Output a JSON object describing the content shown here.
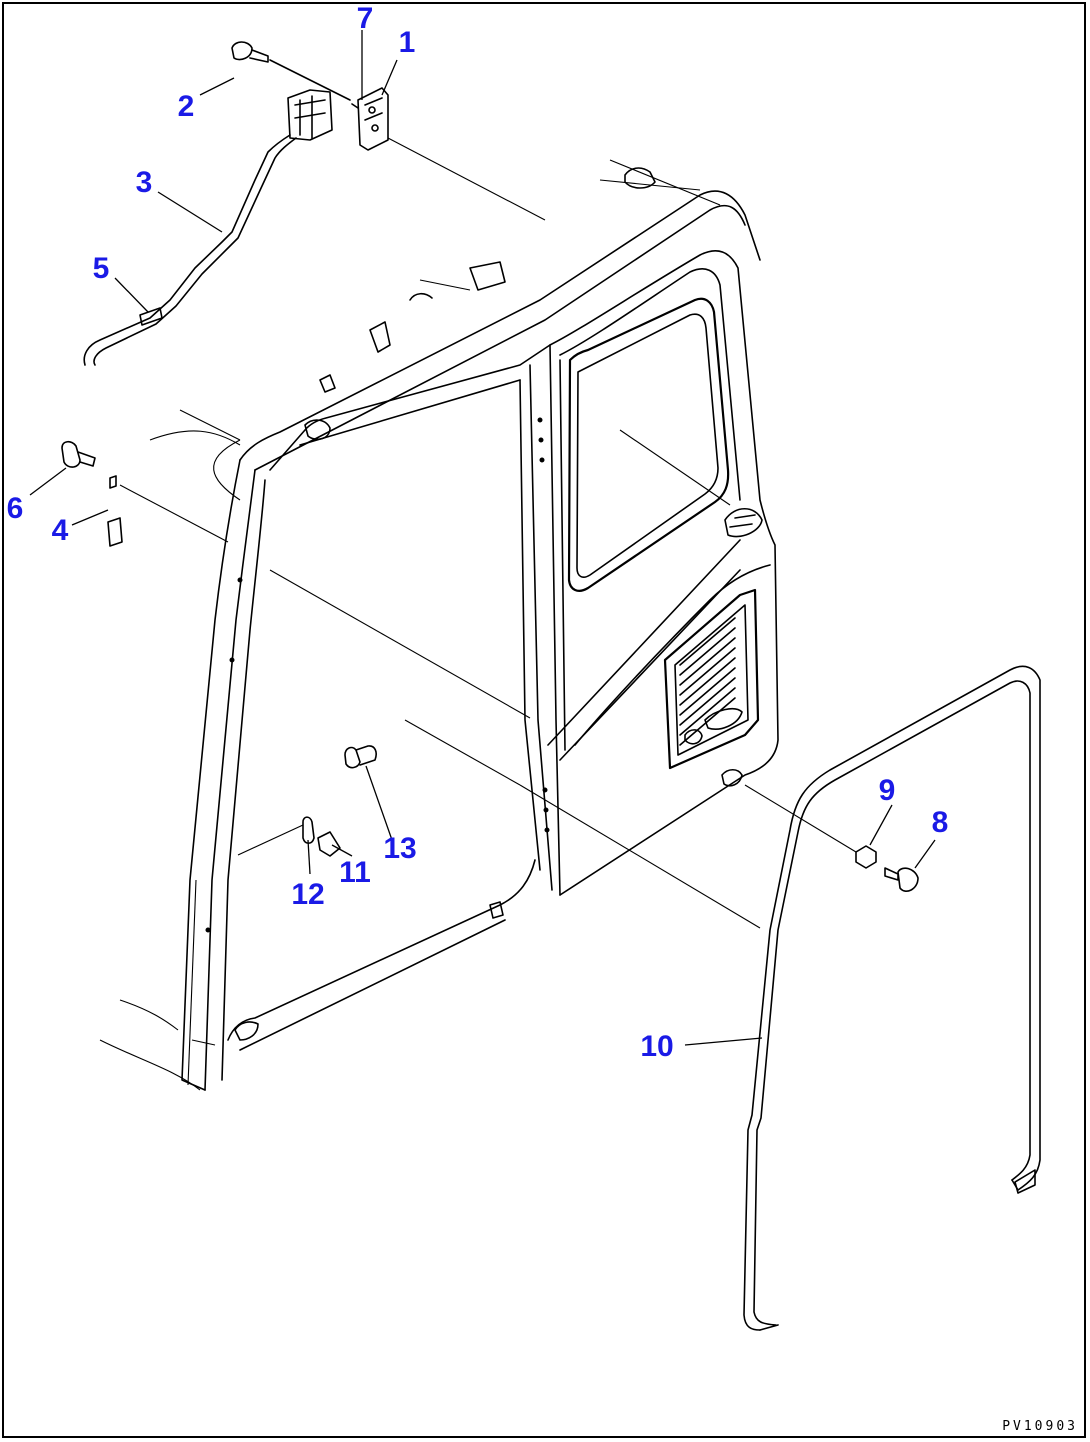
{
  "diagram": {
    "drawing_code": "PV10903",
    "label_color": "#1a1ae6",
    "line_color": "#000000",
    "parts": [
      {
        "id": "1",
        "text": "1"
      },
      {
        "id": "2",
        "text": "2"
      },
      {
        "id": "3",
        "text": "3"
      },
      {
        "id": "4",
        "text": "4"
      },
      {
        "id": "5",
        "text": "5"
      },
      {
        "id": "6",
        "text": "6"
      },
      {
        "id": "7",
        "text": "7"
      },
      {
        "id": "8",
        "text": "8"
      },
      {
        "id": "9",
        "text": "9"
      },
      {
        "id": "10",
        "text": "10"
      },
      {
        "id": "11",
        "text": "11"
      },
      {
        "id": "12",
        "text": "12"
      },
      {
        "id": "13",
        "text": "13"
      }
    ]
  }
}
